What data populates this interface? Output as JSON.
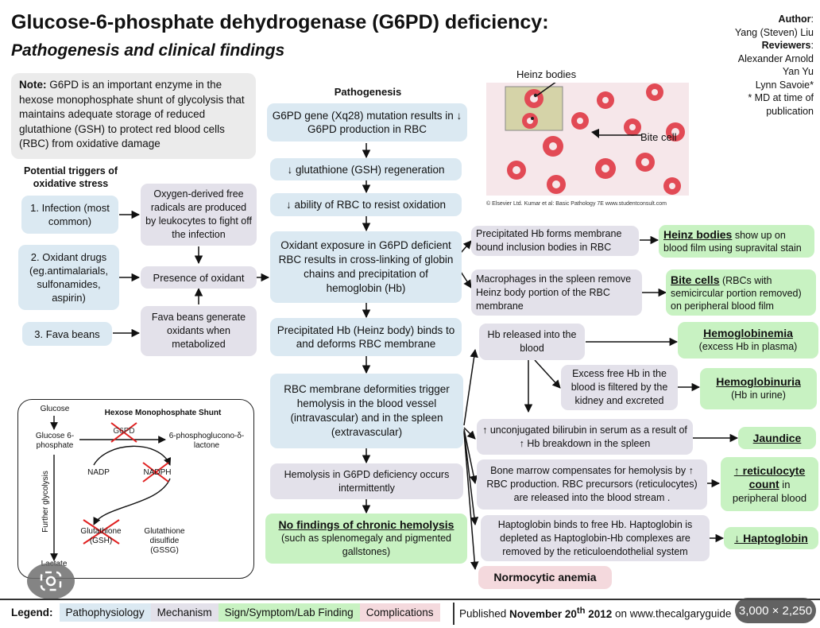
{
  "header": {
    "title": "Glucose-6-phosphate dehydrogenase (G6PD) deficiency:",
    "subtitle": "Pathogenesis and clinical findings"
  },
  "authors": {
    "author_label": "Author",
    "author": "Yang (Steven) Liu",
    "reviewers_label": "Reviewers",
    "reviewers": [
      "Alexander Arnold",
      "Yan Yu",
      "Lynn Savoie*"
    ],
    "footnote": "* MD at time of publication"
  },
  "note": {
    "label": "Note:",
    "text": "G6PD is an important enzyme in the hexose monophosphate shunt of glycolysis that maintains adequate storage of reduced glutathione (GSH) to protect red blood cells (RBC) from oxidative damage"
  },
  "triggers": {
    "label": "Potential triggers of oxidative stress",
    "infection": "1. Infection (most common)",
    "drugs": "2. Oxidant drugs (eg.antimalarials, sulfonamides, aspirin)",
    "fava": "3. Fava beans",
    "free_radicals": "Oxygen-derived free radicals are produced by leukocytes to fight off the infection",
    "presence": "Presence of oxidant",
    "fava_gen": "Fava beans generate oxidants when metabolized"
  },
  "pathogenesis": {
    "heading": "Pathogenesis",
    "gene": "G6PD gene (Xq28) mutation results in ↓ G6PD production in RBC",
    "gsh": "↓ glutathione (GSH) regeneration",
    "resist": "↓ ability of RBC to resist oxidation",
    "oxidant": "Oxidant exposure in G6PD deficient RBC results in cross-linking of globin chains and precipitation of hemoglobin (Hb)",
    "heinz": "Precipitated Hb (Heinz body) binds to and deforms RBC membrane",
    "deform": "RBC membrane deformities trigger hemolysis in the blood vessel (intravascular) and in the spleen (extravascular)",
    "intermittent": "Hemolysis in G6PD deficiency occurs intermittently",
    "no_findings_title": "No findings of chronic hemolysis",
    "no_findings_text": "(such as splenomegaly and pigmented gallstones)"
  },
  "image": {
    "heinz_label": "Heinz bodies",
    "bite_label": "Bite cell",
    "credit": "© Elsevier Ltd. Kumar et al: Basic Pathology 7E www.studentconsult.com"
  },
  "mechanisms": {
    "precipitated": "Precipitated Hb forms membrane bound inclusion bodies in RBC",
    "macrophages": "Macrophages in the spleen remove Heinz body portion of the RBC membrane",
    "released": "Hb released into the blood",
    "excess": "Excess free Hb in the blood is filtered by the kidney and excreted",
    "bilirubin": "↑ unconjugated bilirubin in serum as a result of ↑ Hb breakdown in the spleen",
    "marrow": "Bone marrow compensates for hemolysis by ↑ RBC production. RBC precursors (reticulocytes) are released into the blood stream .",
    "haptoglobin": "Haptoglobin binds to free Hb. Haptoglobin is depleted as Haptoglobin-Hb complexes are removed by the reticuloendothelial system"
  },
  "findings": {
    "heinz_title": "Heinz bodies",
    "heinz_text": " show up on blood film using supravital stain",
    "bite_title": "Bite cells",
    "bite_text": " (RBCs with semicircular portion removed) on peripheral blood film",
    "hemoglobinemia_title": "Hemoglobinemia",
    "hemoglobinemia_text": "(excess Hb in plasma)",
    "hemoglobinuria_title": "Hemoglobinuria",
    "hemoglobinuria_text": "(Hb in urine)",
    "jaundice": "Jaundice",
    "retic_title_a": "↑ reticulocyte",
    "retic_title_b": "count",
    "retic_text_a": " in",
    "retic_text_b": "peripheral blood",
    "hapto": "↓ Haptoglobin",
    "anemia": "Normocytic anemia"
  },
  "shunt": {
    "title": "Hexose Monophosphate Shunt",
    "glucose": "Glucose",
    "g6p": "Glucose 6-phosphate",
    "g6pd": "G6PD",
    "lactone": "6-phosphoglucono-δ-lactone",
    "nadp": "NADP",
    "nadph": "NADPH",
    "gsh": "Glutathione (GSH)",
    "gssg": "Glutathione disulfide (GSSG)",
    "further": "Further glycolysis",
    "lactate": "Lactate"
  },
  "legend": {
    "label": "Legend:",
    "pathophysiology": "Pathophysiology",
    "mechanism": "Mechanism",
    "sign": "Sign/Symptom/Lab Finding",
    "complications": "Complications"
  },
  "published": {
    "prefix": "Published ",
    "date": "November 20",
    "sup": "th",
    "year": " 2012",
    "suffix": " on www.thecalgaryguide"
  },
  "overlay": {
    "badge": "3,000 × 2,250"
  },
  "colors": {
    "pathophysiology": "#dbe9f2",
    "mechanism": "#e3e1ea",
    "sign": "#c8f2c2",
    "complications": "#f4d9dd"
  }
}
